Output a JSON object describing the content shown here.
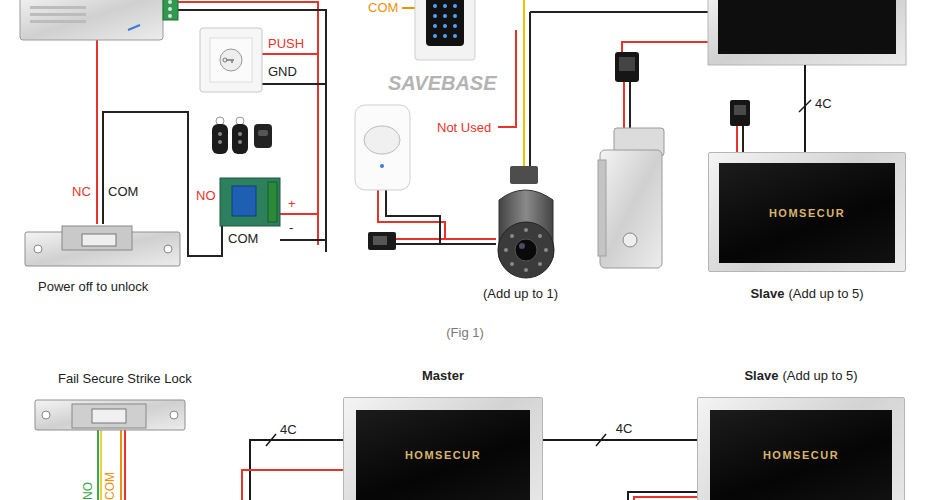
{
  "diagram": {
    "caption": "(Fig 1)",
    "nodes": [
      {
        "text": [
          "HOMSECUR",
          "Slave",
          "(Add up to 5)"
        ]
      },
      {
        "text": [
          "Master",
          "HOMSECUR"
        ]
      },
      {
        "text": [
          "Slave",
          "(Add up to 5)",
          "HOMSECUR"
        ]
      }
    ],
    "edges": [
      {
        "from": 1,
        "to": 2,
        "arrow": "none",
        "label": "4C"
      }
    ],
    "labels": [
      "COM",
      "PUSH",
      "GND",
      "NC",
      "COM",
      "NO",
      "+",
      "-",
      "COM",
      "Power off to unlock",
      "SAVEBASE",
      "Not Used",
      "(Add up to 1)",
      "4C",
      "Fail Secure Strike Lock",
      "NO",
      "COM",
      "4C"
    ]
  }
}
